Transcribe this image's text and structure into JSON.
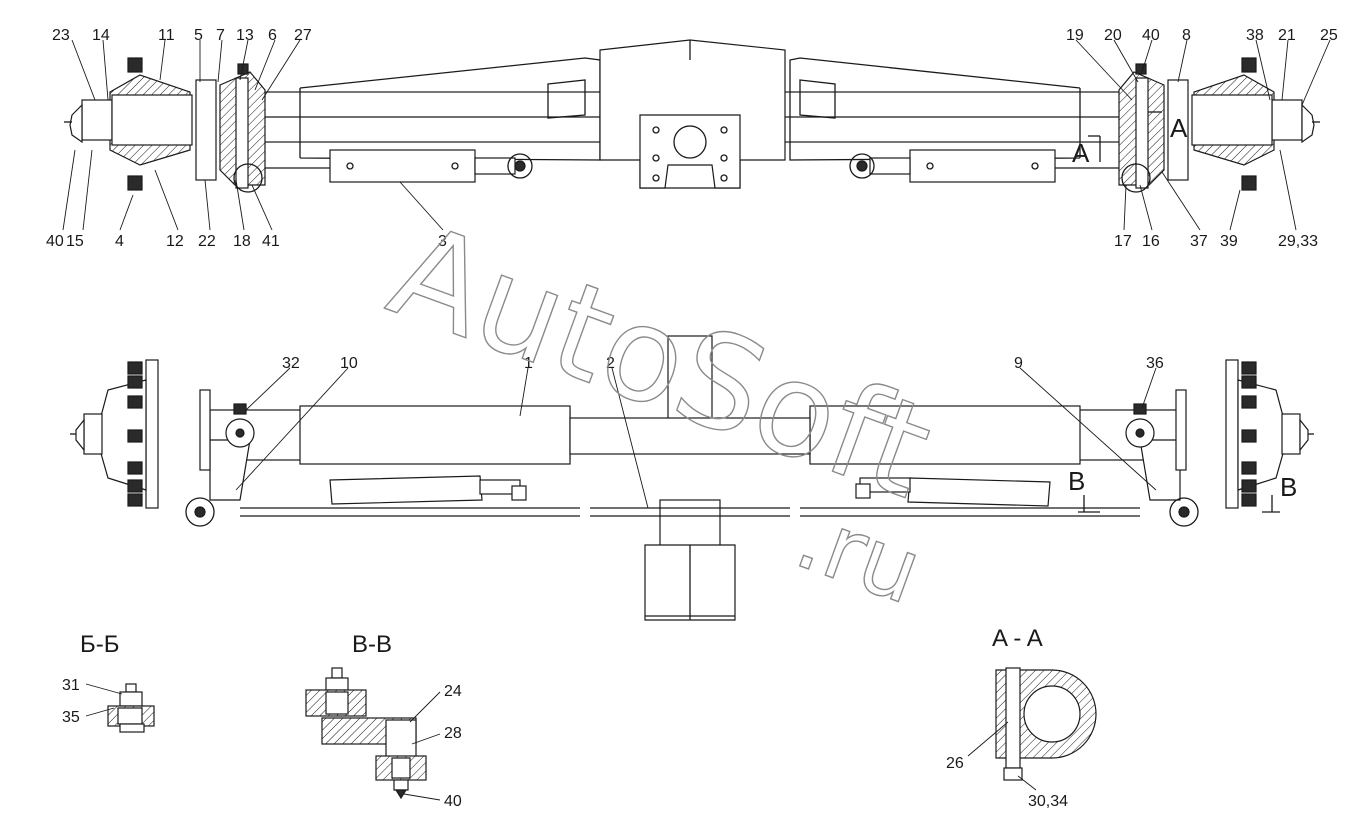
{
  "top_view_callouts": {
    "left_top": [
      "23",
      "14",
      "11",
      "5",
      "7",
      "13",
      "6",
      "27"
    ],
    "left_bottom": [
      "40",
      "15",
      "4",
      "12",
      "22",
      "18",
      "41",
      "3"
    ],
    "right_top": [
      "19",
      "20",
      "40",
      "8",
      "38",
      "21",
      "25"
    ],
    "right_bottom": [
      "17",
      "16",
      "37",
      "39",
      "29,33"
    ]
  },
  "front_view_callouts": [
    "32",
    "10",
    "1",
    "2",
    "9",
    "36"
  ],
  "cut_labels": {
    "a_left": "A",
    "a_right": "A",
    "b_left": "B",
    "b_right": "B"
  },
  "sections": {
    "bb": {
      "title": "Б-Б",
      "callouts": [
        "31",
        "35"
      ]
    },
    "vv": {
      "title": "В-В",
      "callouts": [
        "24",
        "28",
        "40"
      ]
    },
    "aa": {
      "title": "A - A",
      "callouts": [
        "26",
        "30,34"
      ]
    }
  },
  "watermark": {
    "line1": "AutoSoft",
    "line2": ".ru"
  }
}
